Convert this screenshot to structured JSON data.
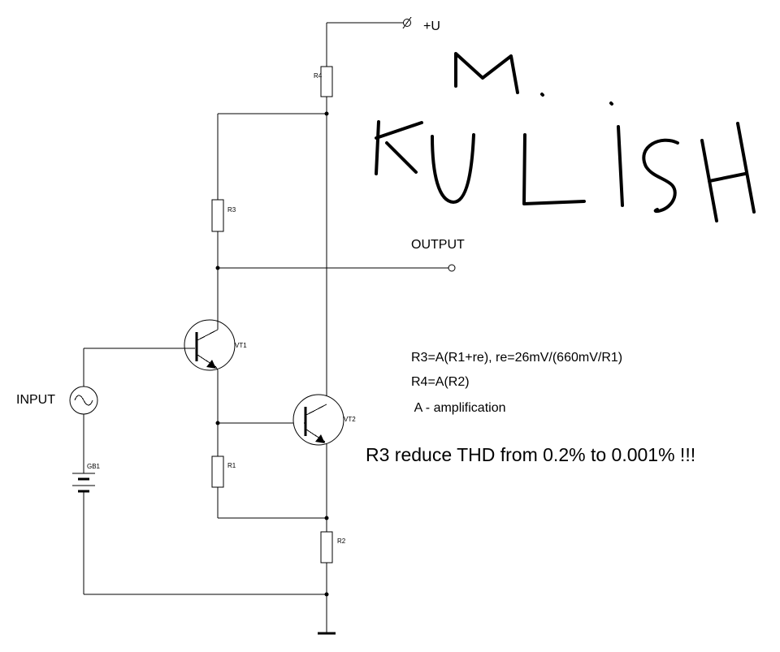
{
  "schematic": {
    "supply_label": "+U",
    "output_label": "OUTPUT",
    "input_label": "INPUT",
    "components": {
      "r1": "R1",
      "r2": "R2",
      "r3": "R3",
      "r4": "R4",
      "vt1": "VT1",
      "vt2": "VT2",
      "gb1": "GB1"
    }
  },
  "notes": {
    "formula_r3": "R3=A(R1+re),  re=26mV/(660mV/R1)",
    "formula_r4": "R4=A(R2)",
    "amplification_note": " A - amplification",
    "thd_claim": "R3 reduce THD from 0.2% to 0.001% !!!"
  },
  "handwriting": {
    "line1": "M",
    "line2": "KULISH"
  }
}
